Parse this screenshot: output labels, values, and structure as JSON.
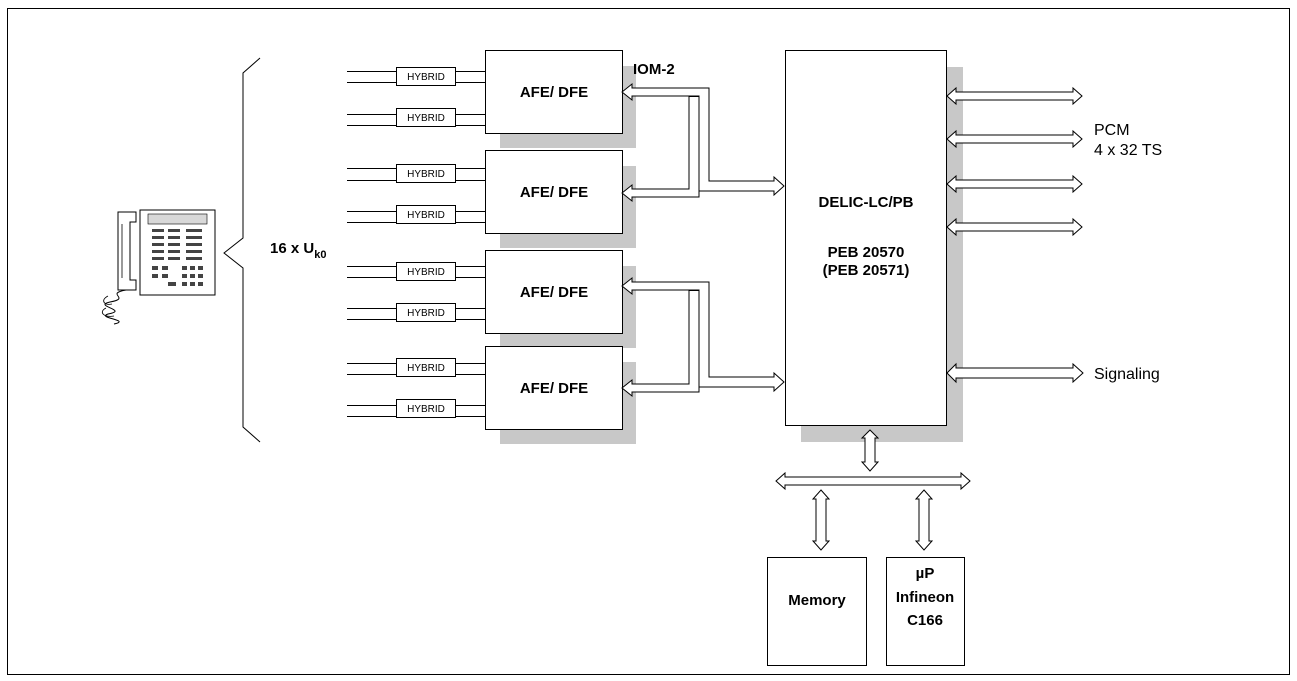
{
  "subscriber_label": {
    "main": "16 x U",
    "sub": "k0"
  },
  "hybrid_label": "HYBRID",
  "iom_label": "IOM-2",
  "afe_blocks": [
    {
      "label": "AFE/ DFE"
    },
    {
      "label": "AFE/ DFE"
    },
    {
      "label": "AFE/ DFE"
    },
    {
      "label": "AFE/ DFE"
    }
  ],
  "delic": {
    "line1": "DELIC-LC/PB",
    "line2": "PEB 20570",
    "line3": "(PEB 20571)"
  },
  "outputs": {
    "pcm_line1": "PCM",
    "pcm_line2": "4 x 32 TS",
    "signaling": "Signaling"
  },
  "memory": {
    "label": "Memory"
  },
  "micro": {
    "line1": "µP",
    "line2": "Infineon",
    "line3": "C166"
  },
  "icons": {
    "phone": "telephone-icon"
  }
}
